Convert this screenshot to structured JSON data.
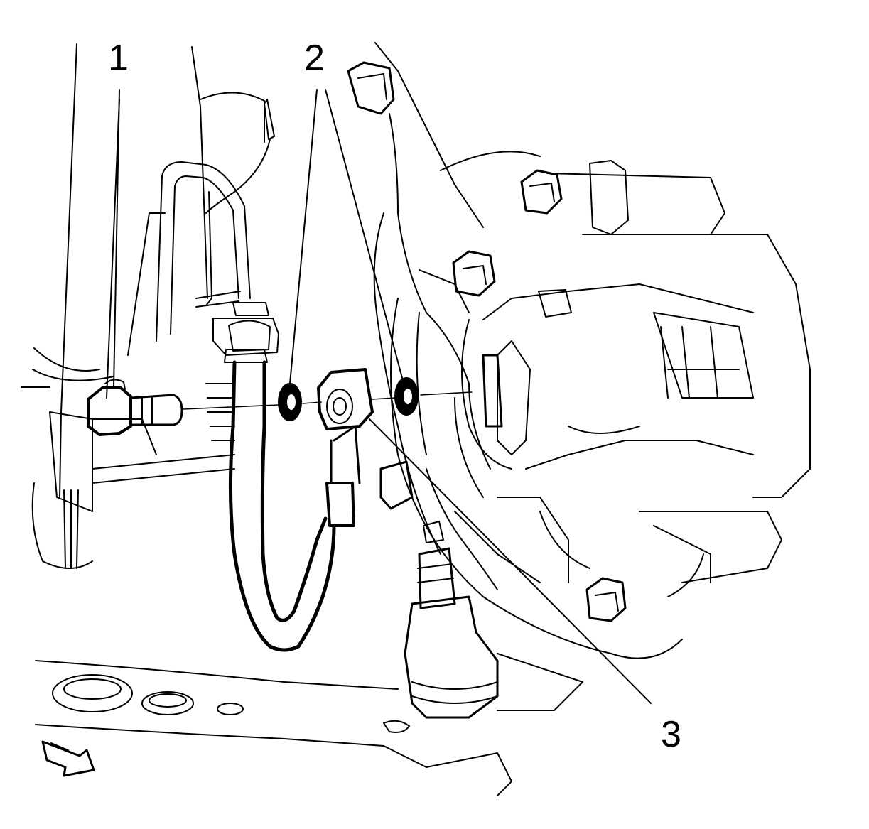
{
  "callouts": {
    "one": "1",
    "two": "2",
    "three": "3"
  },
  "colors": {
    "stroke": "#000000",
    "background": "#ffffff"
  },
  "icons": {
    "direction_arrow": "forward-arrow-icon"
  }
}
